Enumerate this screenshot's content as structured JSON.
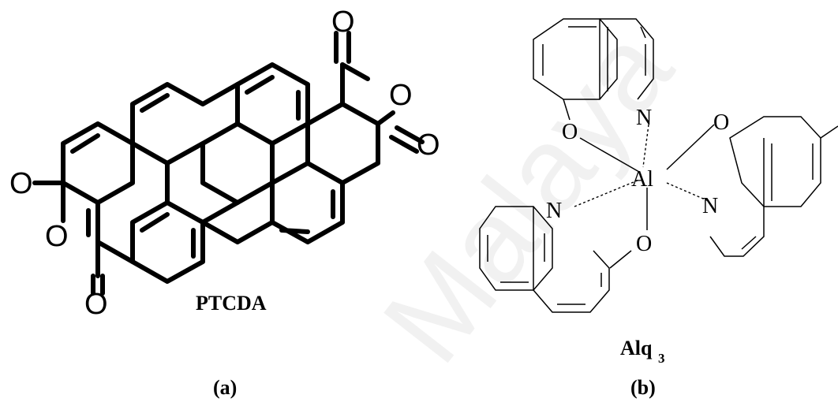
{
  "molecule_a": {
    "name": "PTCDA",
    "atoms": {
      "oxygen": "O"
    },
    "panel_label": "(a)"
  },
  "molecule_b": {
    "name_main": "Alq",
    "name_sub": "3",
    "atoms": {
      "metal": "Al",
      "nitrogen": "N",
      "oxygen": "O"
    },
    "panel_label": "(b)"
  },
  "watermark": "Malaya"
}
